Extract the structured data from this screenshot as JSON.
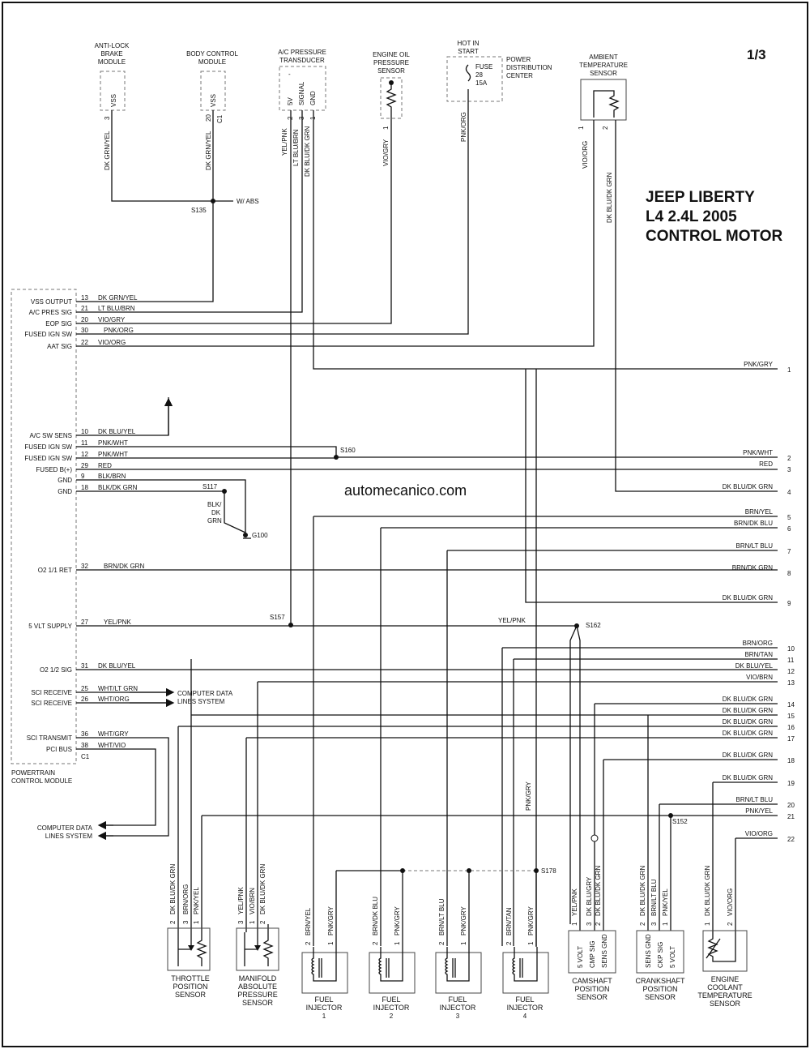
{
  "page": "1/3",
  "title": [
    "JEEP LIBERTY",
    "L4 2.4L 2005",
    "CONTROL MOTOR"
  ],
  "watermark": "automecanico.com",
  "components": {
    "abs": [
      "ANTI-LOCK",
      "BRAKE",
      "MODULE"
    ],
    "bcm": [
      "BODY CONTROL",
      "MODULE"
    ],
    "acp": [
      "A/C PRESSURE",
      "TRANSDUCER"
    ],
    "eop": [
      "ENGINE OIL",
      "PRESSURE",
      "SENSOR"
    ],
    "hot": [
      "HOT IN",
      "START"
    ],
    "pdc": [
      "POWER",
      "DISTRIBUTION",
      "CENTER"
    ],
    "fuse": [
      "FUSE",
      "28",
      "15A"
    ],
    "aat": [
      "AMBIENT",
      "TEMPERATURE",
      "SENSOR"
    ],
    "pcm": [
      "POWERTRAIN",
      "CONTROL MODULE"
    ],
    "tps": [
      "THROTTLE",
      "POSITION",
      "SENSOR"
    ],
    "map": [
      "MANIFOLD",
      "ABSOLUTE",
      "PRESSURE",
      "SENSOR"
    ],
    "inj1": [
      "FUEL",
      "INJECTOR",
      "1"
    ],
    "inj2": [
      "FUEL",
      "INJECTOR",
      "2"
    ],
    "inj3": [
      "FUEL",
      "INJECTOR",
      "3"
    ],
    "inj4": [
      "FUEL",
      "INJECTOR",
      "4"
    ],
    "cmp": [
      "CAMSHAFT",
      "POSITION",
      "SENSOR"
    ],
    "ckp": [
      "CRANKSHAFT",
      "POSITION",
      "SENSOR"
    ],
    "ect": [
      "ENGINE",
      "COOLANT",
      "TEMPERATURE",
      "SENSOR"
    ],
    "cdl1": [
      "COMPUTER DATA",
      "LINES SYSTEM"
    ],
    "cdl2": [
      "COMPUTER DATA",
      "LINES SYSTEM"
    ]
  },
  "top_pins": {
    "abs": {
      "pin": "3",
      "name": "VSS"
    },
    "bcm": {
      "pin": "20",
      "name": "VSS",
      "conn": "C1"
    },
    "acp": [
      {
        "pin": "2",
        "name": "5V"
      },
      {
        "pin": "3",
        "name": "SIGNAL"
      },
      {
        "pin": "1",
        "name": "GND"
      }
    ],
    "eop": {
      "pin": "1"
    },
    "aat": [
      {
        "pin": "1"
      },
      {
        "pin": "2"
      }
    ]
  },
  "top_wires": {
    "abs": "DK GRN/YEL",
    "bcm": "DK GRN/YEL",
    "acp": [
      "YEL/PNK",
      "LT BLU/BRN",
      "DK BLU/DK GRN"
    ],
    "eop": "VIO/GRY",
    "fuse": "PNK/ORG",
    "aat": [
      "VIO/ORG",
      "DK BLU/DK GRN"
    ]
  },
  "splices": {
    "s135": "S135",
    "wabs": "W/ ABS",
    "s160": "S160",
    "s117": "S117",
    "g100": "G100",
    "s157": "S157",
    "s162": "S162",
    "s152": "S152",
    "s178": "S178"
  },
  "ground_wire": [
    "BLK/",
    "DK",
    "GRN"
  ],
  "pcm_pins": [
    {
      "label": "VSS OUTPUT",
      "pin": "13",
      "wire": "DK GRN/YEL"
    },
    {
      "label": "A/C PRES SIG",
      "pin": "21",
      "wire": "LT BLU/BRN"
    },
    {
      "label": "EOP SIG",
      "pin": "20",
      "wire": "VIO/GRY"
    },
    {
      "label": "FUSED IGN SW",
      "pin": "30",
      "wire": "PNK/ORG"
    },
    {
      "label": "AAT SIG",
      "pin": "22",
      "wire": "VIO/ORG"
    },
    {
      "label": "A/C SW SENS",
      "pin": "10",
      "wire": "DK BLU/YEL"
    },
    {
      "label": "FUSED IGN SW",
      "pin": "11",
      "wire": "PNK/WHT"
    },
    {
      "label": "FUSED IGN SW",
      "pin": "12",
      "wire": "PNK/WHT"
    },
    {
      "label": "FUSED B(+)",
      "pin": "29",
      "wire": "RED"
    },
    {
      "label": "GND",
      "pin": "9",
      "wire": "BLK/BRN"
    },
    {
      "label": "GND",
      "pin": "18",
      "wire": "BLK/DK GRN"
    },
    {
      "label": "O2 1/1 RET",
      "pin": "32",
      "wire": "BRN/DK GRN"
    },
    {
      "label": "5 VLT SUPPLY",
      "pin": "27",
      "wire": "YEL/PNK"
    },
    {
      "label": "O2 1/2 SIG",
      "pin": "31",
      "wire": "DK BLU/YEL"
    },
    {
      "label": "SCI RECEIVE",
      "pin": "25",
      "wire": "WHT/LT GRN"
    },
    {
      "label": "SCI RECEIVE",
      "pin": "26",
      "wire": "WHT/ORG"
    },
    {
      "label": "SCI TRANSMIT",
      "pin": "36",
      "wire": "WHT/GRY"
    },
    {
      "label": "PCI BUS",
      "pin": "38",
      "wire": "WHT/VIO"
    }
  ],
  "pcm_conn": "C1",
  "yelpnk_mid": "YEL/PNK",
  "right_outputs": [
    {
      "n": "1",
      "wire": "PNK/GRY"
    },
    {
      "n": "2",
      "wire": "PNK/WHT"
    },
    {
      "n": "3",
      "wire": "RED"
    },
    {
      "n": "4",
      "wire": "DK BLU/DK GRN"
    },
    {
      "n": "5",
      "wire": "BRN/YEL"
    },
    {
      "n": "6",
      "wire": "BRN/DK BLU"
    },
    {
      "n": "7",
      "wire": "BRN/LT BLU"
    },
    {
      "n": "8",
      "wire": "BRN/DK GRN"
    },
    {
      "n": "9",
      "wire": "DK BLU/DK GRN"
    },
    {
      "n": "10",
      "wire": "BRN/ORG"
    },
    {
      "n": "11",
      "wire": "BRN/TAN"
    },
    {
      "n": "12",
      "wire": "DK BLU/YEL"
    },
    {
      "n": "13",
      "wire": "VIO/BRN"
    },
    {
      "n": "14",
      "wire": "DK BLU/DK GRN"
    },
    {
      "n": "15",
      "wire": "DK BLU/DK GRN"
    },
    {
      "n": "16",
      "wire": "DK BLU/DK GRN"
    },
    {
      "n": "17",
      "wire": "DK BLU/DK GRN"
    },
    {
      "n": "18",
      "wire": "DK BLU/DK GRN"
    },
    {
      "n": "19",
      "wire": "DK BLU/DK GRN"
    },
    {
      "n": "20",
      "wire": "BRN/LT BLU"
    },
    {
      "n": "21",
      "wire": "PNK/YEL"
    },
    {
      "n": "22",
      "wire": "VIO/ORG"
    }
  ],
  "mid_wire_pnkgry": "PNK/GRY",
  "sensor_pins": {
    "tps": [
      {
        "pin": "2",
        "wire": "DK BLU/DK GRN"
      },
      {
        "pin": "3",
        "wire": "BRN/ORG"
      },
      {
        "pin": "1",
        "wire": "PNK/YEL"
      }
    ],
    "map": [
      {
        "pin": "3",
        "wire": "YEL/PNK"
      },
      {
        "pin": "1",
        "wire": "VIO/BRN"
      },
      {
        "pin": "2",
        "wire": "DK BLU/DK GRN"
      }
    ],
    "inj1": [
      {
        "pin": "2",
        "wire": "BRN/YEL"
      },
      {
        "pin": "1",
        "wire": "PNK/GRY"
      }
    ],
    "inj2": [
      {
        "pin": "2",
        "wire": "BRN/DK BLU"
      },
      {
        "pin": "1",
        "wire": "PNK/GRY"
      }
    ],
    "inj3": [
      {
        "pin": "2",
        "wire": "BRN/LT BLU"
      },
      {
        "pin": "1",
        "wire": "PNK/GRY"
      }
    ],
    "inj4": [
      {
        "pin": "2",
        "wire": "BRN/TAN"
      },
      {
        "pin": "1",
        "wire": "PNK/GRY"
      }
    ],
    "cmp": [
      {
        "pin": "1",
        "wire": "YEL/PNK",
        "name": "5 VOLT"
      },
      {
        "pin": "3",
        "wire": "DK BLU/GRY",
        "name": "CMP SIG"
      },
      {
        "pin": "2",
        "wire": "DK BLU/DK GRN",
        "name": "SENS GND"
      }
    ],
    "ckp": [
      {
        "pin": "2",
        "wire": "DK BLU/DK GRN",
        "name": "SENS GND"
      },
      {
        "pin": "3",
        "wire": "BRN/LT BLU",
        "name": "CKP SIG"
      },
      {
        "pin": "1",
        "wire": "PNK/YEL",
        "name": "5 VOLT"
      }
    ],
    "ect": [
      {
        "pin": "1",
        "wire": "DK BLU/DK GRN"
      },
      {
        "pin": "2",
        "wire": "VIO/ORG"
      }
    ]
  }
}
